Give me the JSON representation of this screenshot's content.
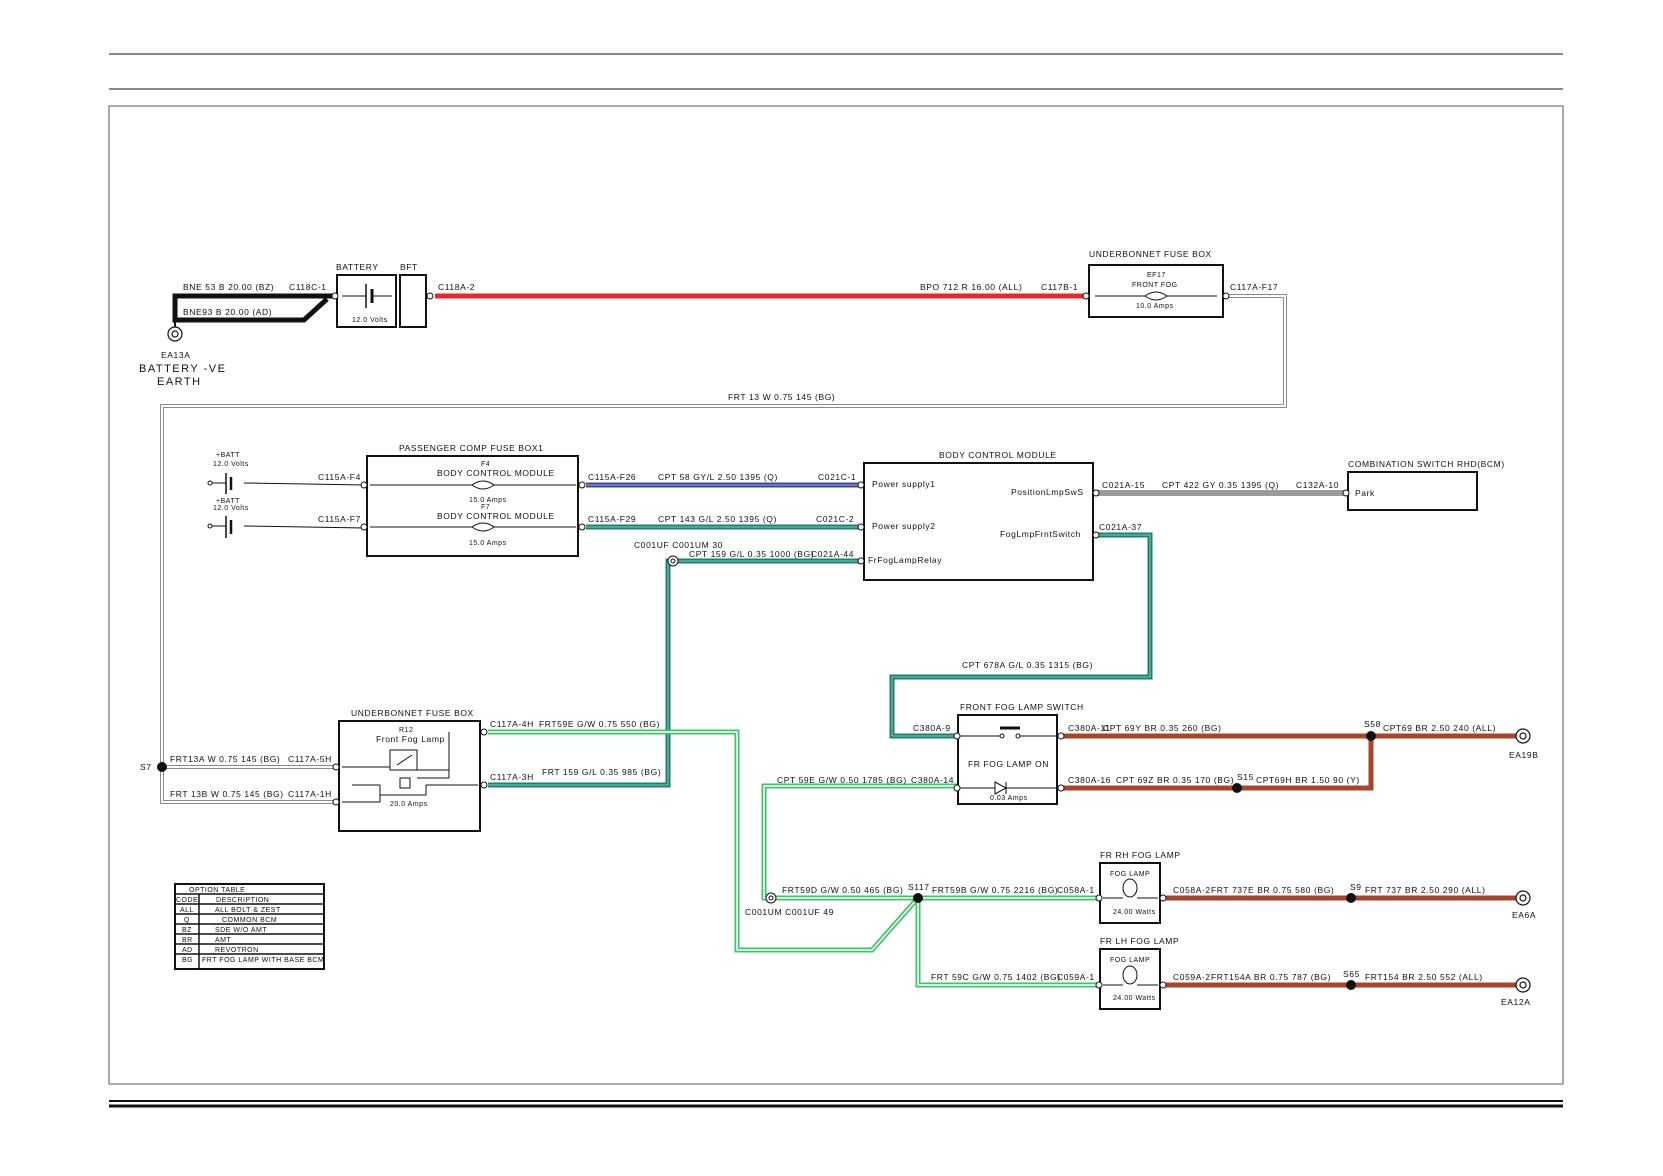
{
  "colors": {
    "red": "#e8262b",
    "blue": "#3d4a9c",
    "dark_green": "#1f7f6e",
    "light_green": "#3ec46a",
    "brown": "#a8442a",
    "grey": "#9b9b9b",
    "black": "#111111"
  },
  "components": {
    "battery": {
      "title": "BATTERY",
      "spec": "12.0 Volts"
    },
    "bft": {
      "title": "BFT"
    },
    "battery_earth": {
      "id": "EA13A",
      "line1": "BATTERY -VE",
      "line2": "EARTH"
    },
    "underbonnet_fuse_top": {
      "title": "UNDERBONNET FUSE BOX",
      "fuse_id": "EF17",
      "fuse_name": "FRONT FOG",
      "rating": "10.0 Amps"
    },
    "passenger_fuse_box": {
      "title": "PASSENGER COMP FUSE BOX1",
      "fuses": [
        {
          "id": "F4",
          "name": "BODY CONTROL MODULE",
          "rating": "15.0 Amps"
        },
        {
          "id": "F7",
          "name": "BODY CONTROL MODULE",
          "rating": "15.0 Amps"
        }
      ]
    },
    "batt_supplies": [
      {
        "label": "+BATT",
        "volts": "12.0 Volts"
      },
      {
        "label": "+BATT",
        "volts": "12.0 Volts"
      }
    ],
    "bcm": {
      "title": "BODY CONTROL MODULE",
      "pins": [
        "Power supply1",
        "Power supply2",
        "FrFogLampRelay",
        "PositionLmpSwS",
        "FogLmpFrntSwitch"
      ]
    },
    "combination_switch": {
      "title": "COMBINATION SWITCH RHD(BCM)",
      "pin": "Park"
    },
    "underbonnet_fuse_relay": {
      "title": "UNDERBONNET FUSE BOX",
      "relay_id": "R12",
      "relay_name": "Front Fog Lamp",
      "rating": "20.0 Amps"
    },
    "fog_switch": {
      "title": "FRONT FOG LAMP SWITCH",
      "inner": "FR FOG LAMP ON",
      "rating": "0.03 Amps"
    },
    "rh_fog": {
      "title": "FR RH FOG LAMP",
      "inner": "FOG LAMP",
      "rating": "24.00 Watts"
    },
    "lh_fog": {
      "title": "FR LH FOG LAMP",
      "inner": "FOG LAMP",
      "rating": "24.00 Watts"
    }
  },
  "connectors": {
    "c118c1": "C118C-1",
    "c118a2": "C118A-2",
    "c117b1": "C117B-1",
    "c117af17": "C117A-F17",
    "c115af4": "C115A-F4",
    "c115af7": "C115A-F7",
    "c115af26": "C115A-F26",
    "c115af29": "C115A-F29",
    "c021c1": "C021C-1",
    "c021c2": "C021C-2",
    "c021a44": "C021A-44",
    "c021a15": "C021A-15",
    "c021a37": "C021A-37",
    "c132a10": "C132A-10",
    "c001uf_top": "C001UF C001UM 30",
    "c117a5h": "C117A-5H",
    "c117a1h": "C117A-1H",
    "c117a4h": "C117A-4H",
    "c117a3h": "C117A-3H",
    "c380a9": "C380A-9",
    "c380a11": "C380A-11",
    "c380a14": "C380A-14",
    "c380a16": "C380A-16",
    "c001um_bottom": "C001UM C001UF 49",
    "c058a1": "C058A-1",
    "c058a2": "C058A-2",
    "c059a1": "C059A-1",
    "c059a2": "C059A-2"
  },
  "splices": {
    "s7": "S7",
    "s58": "S58",
    "s15": "S15",
    "s117": "S117",
    "s9": "S9",
    "s65": "S65"
  },
  "earths": {
    "ea19b": "EA19B",
    "ea6a": "EA6A",
    "ea12a": "EA12A"
  },
  "wires": {
    "bne53": "BNE 53 B 20.00 (BZ)",
    "bne93": "BNE93 B 20.00 (AD)",
    "bpo712": "BPO 712 R 16.00 (ALL)",
    "frt13": "FRT 13 W 0.75 145 (BG)",
    "cpt58": "CPT 58 GY/L 2.50 1395 (Q)",
    "cpt143": "CPT 143 G/L 2.50 1395 (Q)",
    "cpt159": "CPT 159 G/L 0.35 1000 (BG)",
    "cpt422": "CPT 422 GY 0.35 1395 (Q)",
    "cpt678a": "CPT 678A G/L 0.35 1315 (BG)",
    "frt13a": "FRT13A W 0.75 145 (BG)",
    "frt13b": "FRT 13B W 0.75 145 (BG)",
    "frt59e": "FRT59E G/W 0.75 550 (BG)",
    "frt159": "FRT 159 G/L 0.35 985 (BG)",
    "cpt59e": "CPT 59E G/W 0.50 1785 (BG)",
    "cpt69y": "CPT 69Y BR 0.35 260 (BG)",
    "cpt69z": "CPT 69Z BR 0.35 170 (BG)",
    "cpt69": "CPT69 BR 2.50 240 (ALL)",
    "cpt69h": "CPT69H BR 1.50 90 (Y)",
    "frt59d": "FRT59D G/W 0.50 465 (BG)",
    "frt59b": "FRT59B G/W 0.75 2216 (BG)",
    "frt59c": "FRT 59C G/W 0.75 1402 (BG)",
    "frt737e": "FRT 737E BR 0.75 580 (BG)",
    "frt737": "FRT 737 BR 2.50 290 (ALL)",
    "frt154a": "FRT154A BR 0.75 787 (BG)",
    "frt154": "FRT154 BR 2.50 552 (ALL)"
  },
  "option_table": {
    "title": "OPTION TABLE",
    "header": {
      "code": "CODE",
      "desc": "DESCRIPTION"
    },
    "rows": [
      {
        "code": "ALL",
        "desc": "ALL BOLT & ZEST"
      },
      {
        "code": "Q",
        "desc": "COMMON BCM"
      },
      {
        "code": "BZ",
        "desc": "SDE W/O AMT"
      },
      {
        "code": "BR",
        "desc": "AMT"
      },
      {
        "code": "AD",
        "desc": "REVOTRON"
      },
      {
        "code": "BG",
        "desc": "FRT FOG LAMP WITH BASE BCM"
      }
    ]
  }
}
